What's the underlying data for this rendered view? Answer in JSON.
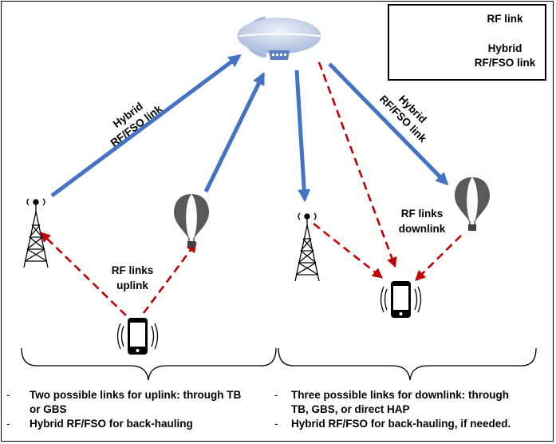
{
  "legend": {
    "rf_label": "RF link",
    "hybrid_label_1": "Hybrid",
    "hybrid_label_2": "RF/FSO link"
  },
  "labels": {
    "left_hybrid_1": "Hybrid",
    "left_hybrid_2": "RF/FSO link",
    "right_hybrid_1": "Hybrid",
    "right_hybrid_2": "RF/FSO link",
    "uplink_1": "RF links",
    "uplink_2": "uplink",
    "downlink_1": "RF links",
    "downlink_2": "downlink"
  },
  "captions": {
    "left_line1": "Two possible links for uplink: through TB",
    "left_line2": "or GBS",
    "left_line3": "Hybrid RF/FSO for back-hauling",
    "right_line1": "Three possible links for downlink: through",
    "right_line2": "TB, GBS, or direct HAP",
    "right_line3": "Hybrid RF/FSO for back-hauling, if needed.",
    "dash": "-"
  },
  "colors": {
    "rf": "#c00000",
    "hybrid": "#4472c4",
    "airship": "#c9d5ea",
    "icon": "#000000"
  },
  "icons": [
    "airship-icon",
    "tower-icon",
    "balloon-icon",
    "smartphone-icon"
  ]
}
